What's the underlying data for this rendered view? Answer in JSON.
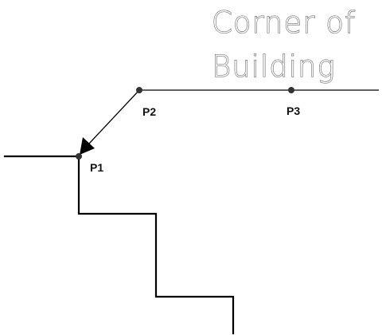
{
  "title": {
    "line1": "Corner of",
    "line2": "Building"
  },
  "points": {
    "p1_label": "P1",
    "p2_label": "P2",
    "p3_label": "P3"
  },
  "icons": {
    "direction_arrow": "arrow-head-icon"
  },
  "colors": {
    "stroke": "#000000",
    "title_outline": "#555555",
    "background": "#ffffff"
  }
}
